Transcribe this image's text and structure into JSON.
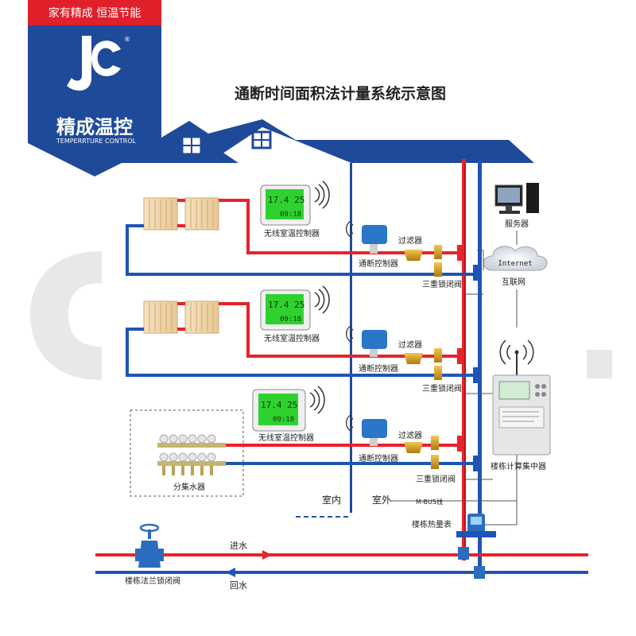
{
  "brand": {
    "slogan": "家有精成 恒温节能",
    "name": "精成温控",
    "name_en": "TEMPERRTURE CONTROL",
    "registered": "®",
    "colors": {
      "badge_blue": "#1f4a9a",
      "badge_red": "#e0202a"
    }
  },
  "diagram": {
    "title": "通断时间面积法计量系统示意图",
    "labels": {
      "thermostat_1": "无线室温控制器",
      "thermostat_2": "无线室温控制器",
      "thermostat_3": "无线室温控制器",
      "controller_1": "通断控制器",
      "controller_2": "通断控制器",
      "controller_3": "通断控制器",
      "filter_1": "过滤器",
      "filter_2": "过滤器",
      "filter_3": "过滤器",
      "lock_valve_1": "三重锁闭阀",
      "lock_valve_2": "三重锁闭阀",
      "lock_valve_3": "三重锁闭阀",
      "server": "服务器",
      "internet_cloud": "Internet",
      "internet": "互联网",
      "concentrator": "楼栋计算集中器",
      "manifold": "分集水器",
      "indoor": "室内",
      "outdoor": "室外",
      "mbus": "M-BUS线",
      "heat_meter": "楼栋热量表",
      "supply": "进水",
      "return": "回水",
      "flange_valve": "楼栋法兰锁闭阀"
    },
    "display": {
      "temp": "17.4 25",
      "time": "09:18"
    },
    "colors": {
      "supply_pipe": "#e8232a",
      "return_pipe": "#1e55b4",
      "roof": "#1f4a9a",
      "lcd": "#2fd12f"
    }
  }
}
